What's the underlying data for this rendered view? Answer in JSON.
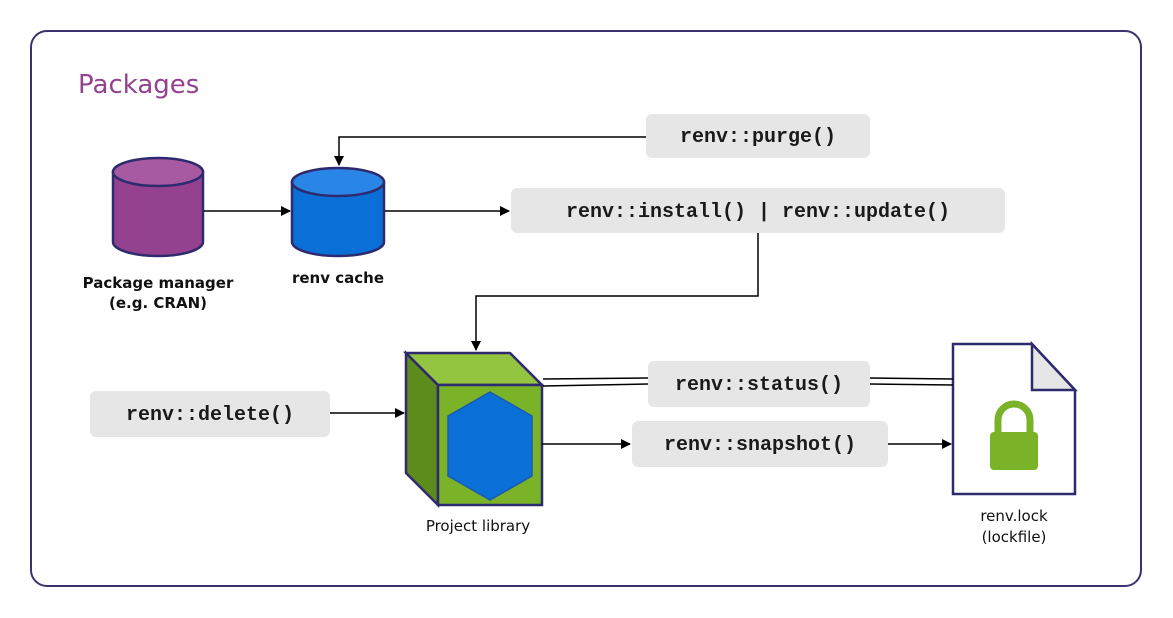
{
  "title": "Packages",
  "functions": {
    "purge": "renv::purge()",
    "install_update": "renv::install() | renv::update()",
    "delete": "renv::delete()",
    "status": "renv::status()",
    "snapshot": "renv::snapshot()"
  },
  "nodes": {
    "package_manager": {
      "line1": "Package manager",
      "line2": "(e.g. CRAN)"
    },
    "renv_cache": {
      "label": "renv cache"
    },
    "project_library": {
      "label": "Project library"
    },
    "lockfile": {
      "line1": "renv.lock",
      "line2": "(lockfile)"
    }
  },
  "colors": {
    "frame": "#3d3270",
    "title": "#94418f",
    "package_manager": "#94418f",
    "renv_cache": "#0a6fd6",
    "project_library": "#7ab228",
    "hexagon": "#0a6fd6",
    "lock": "#7ab228",
    "code_background": "#e6e6e6"
  }
}
